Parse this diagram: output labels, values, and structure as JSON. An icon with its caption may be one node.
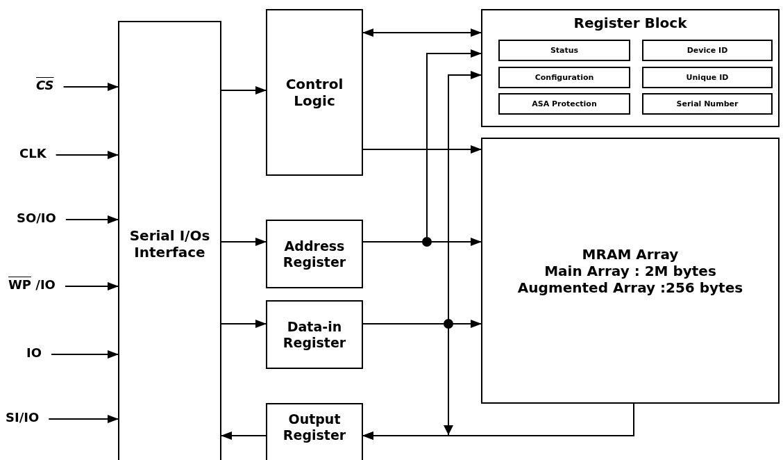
{
  "diagram": {
    "nodes": [
      {
        "text": [
          "CS"
        ]
      },
      {
        "text": [
          "CLK"
        ]
      },
      {
        "text": [
          "SO/IO"
        ]
      },
      {
        "text": [
          "WP /IO"
        ]
      },
      {
        "text": [
          "IO"
        ]
      },
      {
        "text": [
          "SI/IO"
        ]
      },
      {
        "text": [
          "Serial I/Os Interface"
        ]
      },
      {
        "text": [
          "Control Logic"
        ]
      },
      {
        "text": [
          "Register Block"
        ]
      },
      {
        "text": [
          "Status"
        ],
        "in": 8
      },
      {
        "text": [
          "Device ID"
        ],
        "in": 8
      },
      {
        "text": [
          "Configuration"
        ],
        "in": 8
      },
      {
        "text": [
          "Unique ID"
        ],
        "in": 8
      },
      {
        "text": [
          "ASA Protection"
        ],
        "in": 8
      },
      {
        "text": [
          "Serial Number"
        ],
        "in": 8
      },
      {
        "text": [
          "Address Register"
        ]
      },
      {
        "text": [
          "Data-in Register"
        ]
      },
      {
        "text": [
          "MRAM Array",
          "Main Array : 2M bytes",
          "Augmented Array :256 bytes"
        ]
      },
      {
        "text": [
          "Output Register"
        ]
      }
    ],
    "edges": [
      {
        "from": 0,
        "to": 6,
        "arrow": "to"
      },
      {
        "from": 1,
        "to": 6,
        "arrow": "to"
      },
      {
        "from": 2,
        "to": 6,
        "arrow": "to"
      },
      {
        "from": 3,
        "to": 6,
        "arrow": "to"
      },
      {
        "from": 4,
        "to": 6,
        "arrow": "to"
      },
      {
        "from": 5,
        "to": 6,
        "arrow": "to"
      },
      {
        "from": 6,
        "to": 7,
        "arrow": "to"
      },
      {
        "from": 7,
        "to": 8,
        "arrow": "both"
      },
      {
        "from": 7,
        "to": 17,
        "arrow": "to"
      },
      {
        "from": 6,
        "to": 15,
        "arrow": "to"
      },
      {
        "from": 6,
        "to": 16,
        "arrow": "to"
      },
      {
        "from": 15,
        "to": 17,
        "arrow": "to"
      },
      {
        "from": 15,
        "to": 8,
        "arrow": "to"
      },
      {
        "from": 16,
        "to": 17,
        "arrow": "to"
      },
      {
        "from": 16,
        "to": 8,
        "arrow": "to"
      },
      {
        "from": 16,
        "to": 18,
        "arrow": "to"
      },
      {
        "from": 17,
        "to": 18,
        "arrow": "to"
      },
      {
        "from": 18,
        "to": 6,
        "arrow": "to"
      }
    ]
  }
}
